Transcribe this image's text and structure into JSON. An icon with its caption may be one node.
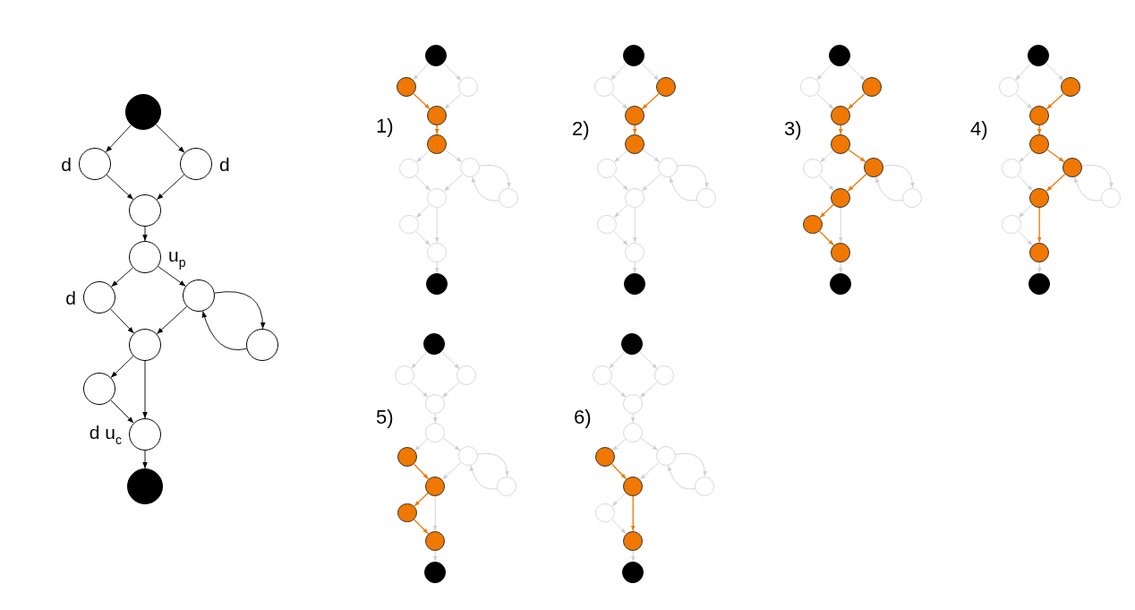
{
  "diagram": {
    "nodes": [
      {
        "text": [],
        "shape": "circle"
      },
      {
        "text": [],
        "shape": "circle",
        "beside": [
          "d"
        ]
      },
      {
        "text": [],
        "shape": "circle",
        "beside": [
          "d"
        ]
      },
      {
        "text": [],
        "shape": "circle"
      },
      {
        "text": [],
        "shape": "circle",
        "beside": [
          "u$_{p}$"
        ]
      },
      {
        "text": [],
        "shape": "circle",
        "beside": [
          "d"
        ]
      },
      {
        "text": [],
        "shape": "circle"
      },
      {
        "text": [],
        "shape": "circle"
      },
      {
        "text": [],
        "shape": "circle"
      },
      {
        "text": [],
        "shape": "circle"
      },
      {
        "text": [],
        "shape": "circle",
        "beside": [
          "d u$_{c}$"
        ]
      },
      {
        "text": [],
        "shape": "circle"
      },
      {
        "text": [],
        "shape": "circle"
      },
      {
        "text": [],
        "shape": "circle"
      },
      {
        "text": [],
        "shape": "circle"
      },
      {
        "text": [],
        "shape": "circle"
      },
      {
        "text": [],
        "shape": "circle"
      },
      {
        "text": [],
        "shape": "circle"
      },
      {
        "text": [],
        "shape": "circle"
      },
      {
        "text": [],
        "shape": "circle"
      },
      {
        "text": [],
        "shape": "circle"
      },
      {
        "text": [],
        "shape": "circle"
      },
      {
        "text": [],
        "shape": "circle"
      },
      {
        "text": [],
        "shape": "circle"
      },
      {
        "text": [],
        "shape": "circle"
      },
      {
        "text": [],
        "shape": "circle"
      },
      {
        "text": [],
        "shape": "circle"
      },
      {
        "text": [],
        "shape": "circle"
      },
      {
        "text": [],
        "shape": "circle"
      },
      {
        "text": [],
        "shape": "circle"
      },
      {
        "text": [],
        "shape": "circle"
      },
      {
        "text": [],
        "shape": "circle"
      },
      {
        "text": [],
        "shape": "circle"
      },
      {
        "text": [],
        "shape": "circle"
      },
      {
        "text": [],
        "shape": "circle"
      },
      {
        "text": [],
        "shape": "circle"
      },
      {
        "text": [],
        "shape": "circle"
      },
      {
        "text": [],
        "shape": "circle"
      },
      {
        "text": [],
        "shape": "circle"
      },
      {
        "text": [],
        "shape": "circle"
      },
      {
        "text": [],
        "shape": "circle"
      },
      {
        "text": [],
        "shape": "circle"
      },
      {
        "text": [],
        "shape": "circle"
      },
      {
        "text": [],
        "shape": "circle"
      },
      {
        "text": [],
        "shape": "circle"
      },
      {
        "text": [],
        "shape": "circle"
      },
      {
        "text": [],
        "shape": "circle"
      },
      {
        "text": [],
        "shape": "circle"
      },
      {
        "text": [],
        "shape": "circle"
      },
      {
        "text": [],
        "shape": "circle"
      },
      {
        "text": [],
        "shape": "circle"
      },
      {
        "text": [],
        "shape": "circle"
      },
      {
        "text": [],
        "shape": "circle"
      },
      {
        "text": [],
        "shape": "circle"
      },
      {
        "text": [],
        "shape": "circle"
      },
      {
        "text": [],
        "shape": "circle"
      },
      {
        "text": [],
        "shape": "circle"
      },
      {
        "text": [],
        "shape": "circle"
      },
      {
        "text": [],
        "shape": "circle"
      },
      {
        "text": [],
        "shape": "circle"
      },
      {
        "text": [],
        "shape": "circle"
      },
      {
        "text": [],
        "shape": "circle"
      },
      {
        "text": [],
        "shape": "circle"
      },
      {
        "text": [],
        "shape": "circle"
      },
      {
        "text": [],
        "shape": "circle"
      },
      {
        "text": [],
        "shape": "circle"
      },
      {
        "text": [],
        "shape": "circle"
      },
      {
        "text": [],
        "shape": "circle"
      },
      {
        "text": [],
        "shape": "circle"
      },
      {
        "text": [],
        "shape": "circle"
      },
      {
        "text": [],
        "shape": "circle"
      },
      {
        "text": [],
        "shape": "circle"
      },
      {
        "text": [],
        "shape": "circle"
      },
      {
        "text": [],
        "shape": "circle"
      },
      {
        "text": [],
        "shape": "circle"
      },
      {
        "text": [],
        "shape": "circle"
      },
      {
        "text": [],
        "shape": "circle"
      },
      {
        "text": [],
        "shape": "circle"
      },
      {
        "text": [],
        "shape": "circle"
      },
      {
        "text": [],
        "shape": "circle"
      },
      {
        "text": [],
        "shape": "circle"
      },
      {
        "text": [],
        "shape": "circle"
      },
      {
        "text": [],
        "shape": "circle"
      },
      {
        "text": [],
        "shape": "circle"
      }
    ],
    "edges": [
      {
        "from": 0,
        "to": 1,
        "arrow": "to",
        "color": "#000000"
      },
      {
        "from": 0,
        "to": 2,
        "arrow": "to",
        "color": "#000000"
      },
      {
        "from": 1,
        "to": 3,
        "arrow": "to",
        "color": "#000000"
      },
      {
        "from": 2,
        "to": 3,
        "arrow": "to",
        "color": "#000000"
      },
      {
        "from": 3,
        "to": 4,
        "arrow": "to",
        "color": "#000000"
      },
      {
        "from": 4,
        "to": 5,
        "arrow": "to",
        "color": "#000000"
      },
      {
        "from": 4,
        "to": 6,
        "arrow": "to",
        "color": "#000000"
      },
      {
        "from": 5,
        "to": 7,
        "arrow": "to",
        "color": "#000000"
      },
      {
        "from": 6,
        "to": 7,
        "arrow": "to",
        "color": "#000000"
      },
      {
        "from": 6,
        "to": 8,
        "arrow": "to",
        "color": "#000000"
      },
      {
        "from": 8,
        "to": 6,
        "arrow": "to",
        "color": "#000000"
      },
      {
        "from": 7,
        "to": 9,
        "arrow": "to",
        "color": "#000000"
      },
      {
        "from": 7,
        "to": 10,
        "arrow": "to",
        "color": "#000000"
      },
      {
        "from": 9,
        "to": 10,
        "arrow": "to",
        "color": "#000000"
      },
      {
        "from": 10,
        "to": 11,
        "arrow": "to",
        "color": "#000000"
      },
      {
        "from": 12,
        "to": 13,
        "arrow": "to"
      },
      {
        "from": 12,
        "to": 14,
        "arrow": "to"
      },
      {
        "from": 13,
        "to": 15,
        "arrow": "to",
        "color": "#f07800"
      },
      {
        "from": 14,
        "to": 15,
        "arrow": "to"
      },
      {
        "from": 15,
        "to": 16,
        "arrow": "to",
        "color": "#f07800"
      },
      {
        "from": 16,
        "to": 17,
        "arrow": "to"
      },
      {
        "from": 16,
        "to": 18,
        "arrow": "to"
      },
      {
        "from": 17,
        "to": 19,
        "arrow": "to"
      },
      {
        "from": 18,
        "to": 19,
        "arrow": "to"
      },
      {
        "from": 18,
        "to": 20,
        "arrow": "to"
      },
      {
        "from": 20,
        "to": 18,
        "arrow": "to"
      },
      {
        "from": 19,
        "to": 21,
        "arrow": "to"
      },
      {
        "from": 19,
        "to": 22,
        "arrow": "to"
      },
      {
        "from": 21,
        "to": 22,
        "arrow": "to"
      },
      {
        "from": 22,
        "to": 23,
        "arrow": "to"
      },
      {
        "from": 24,
        "to": 25,
        "arrow": "to"
      },
      {
        "from": 24,
        "to": 26,
        "arrow": "to"
      },
      {
        "from": 25,
        "to": 27,
        "arrow": "to"
      },
      {
        "from": 26,
        "to": 27,
        "arrow": "to",
        "color": "#f07800"
      },
      {
        "from": 27,
        "to": 28,
        "arrow": "to",
        "color": "#f07800"
      },
      {
        "from": 28,
        "to": 29,
        "arrow": "to"
      },
      {
        "from": 28,
        "to": 30,
        "arrow": "to"
      },
      {
        "from": 29,
        "to": 31,
        "arrow": "to"
      },
      {
        "from": 30,
        "to": 31,
        "arrow": "to"
      },
      {
        "from": 30,
        "to": 32,
        "arrow": "to"
      },
      {
        "from": 32,
        "to": 30,
        "arrow": "to"
      },
      {
        "from": 31,
        "to": 33,
        "arrow": "to"
      },
      {
        "from": 31,
        "to": 34,
        "arrow": "to"
      },
      {
        "from": 33,
        "to": 34,
        "arrow": "to"
      },
      {
        "from": 34,
        "to": 35,
        "arrow": "to"
      },
      {
        "from": 36,
        "to": 37,
        "arrow": "to"
      },
      {
        "from": 36,
        "to": 38,
        "arrow": "to"
      },
      {
        "from": 37,
        "to": 39,
        "arrow": "to"
      },
      {
        "from": 38,
        "to": 39,
        "arrow": "to",
        "color": "#f07800"
      },
      {
        "from": 39,
        "to": 40,
        "arrow": "to",
        "color": "#f07800"
      },
      {
        "from": 40,
        "to": 41,
        "arrow": "to"
      },
      {
        "from": 40,
        "to": 42,
        "arrow": "to",
        "color": "#f07800"
      },
      {
        "from": 41,
        "to": 43,
        "arrow": "to"
      },
      {
        "from": 42,
        "to": 43,
        "arrow": "to",
        "color": "#f07800"
      },
      {
        "from": 42,
        "to": 44,
        "arrow": "to"
      },
      {
        "from": 44,
        "to": 42,
        "arrow": "to"
      },
      {
        "from": 43,
        "to": 45,
        "arrow": "to",
        "color": "#f07800"
      },
      {
        "from": 43,
        "to": 46,
        "arrow": "to"
      },
      {
        "from": 45,
        "to": 46,
        "arrow": "to",
        "color": "#f07800"
      },
      {
        "from": 46,
        "to": 47,
        "arrow": "to"
      },
      {
        "from": 48,
        "to": 49,
        "arrow": "to"
      },
      {
        "from": 48,
        "to": 50,
        "arrow": "to"
      },
      {
        "from": 49,
        "to": 51,
        "arrow": "to"
      },
      {
        "from": 50,
        "to": 51,
        "arrow": "to",
        "color": "#f07800"
      },
      {
        "from": 51,
        "to": 52,
        "arrow": "to",
        "color": "#f07800"
      },
      {
        "from": 52,
        "to": 53,
        "arrow": "to"
      },
      {
        "from": 52,
        "to": 54,
        "arrow": "to",
        "color": "#f07800"
      },
      {
        "from": 53,
        "to": 55,
        "arrow": "to"
      },
      {
        "from": 54,
        "to": 55,
        "arrow": "to",
        "color": "#f07800"
      },
      {
        "from": 54,
        "to": 56,
        "arrow": "to"
      },
      {
        "from": 56,
        "to": 54,
        "arrow": "to"
      },
      {
        "from": 55,
        "to": 57,
        "arrow": "to"
      },
      {
        "from": 55,
        "to": 58,
        "arrow": "to",
        "color": "#f07800"
      },
      {
        "from": 57,
        "to": 58,
        "arrow": "to"
      },
      {
        "from": 58,
        "to": 59,
        "arrow": "to"
      },
      {
        "from": 60,
        "to": 61,
        "arrow": "to"
      },
      {
        "from": 60,
        "to": 62,
        "arrow": "to"
      },
      {
        "from": 61,
        "to": 63,
        "arrow": "to"
      },
      {
        "from": 62,
        "to": 63,
        "arrow": "to"
      },
      {
        "from": 63,
        "to": 64,
        "arrow": "to"
      },
      {
        "from": 64,
        "to": 65,
        "arrow": "to"
      },
      {
        "from": 64,
        "to": 66,
        "arrow": "to"
      },
      {
        "from": 65,
        "to": 67,
        "arrow": "to",
        "color": "#f07800"
      },
      {
        "from": 66,
        "to": 67,
        "arrow": "to"
      },
      {
        "from": 66,
        "to": 68,
        "arrow": "to"
      },
      {
        "from": 68,
        "to": 66,
        "arrow": "to"
      },
      {
        "from": 67,
        "to": 69,
        "arrow": "to",
        "color": "#f07800"
      },
      {
        "from": 67,
        "to": 70,
        "arrow": "to"
      },
      {
        "from": 69,
        "to": 70,
        "arrow": "to",
        "color": "#f07800"
      },
      {
        "from": 70,
        "to": 71,
        "arrow": "to"
      },
      {
        "from": 72,
        "to": 73,
        "arrow": "to"
      },
      {
        "from": 72,
        "to": 74,
        "arrow": "to"
      },
      {
        "from": 73,
        "to": 75,
        "arrow": "to"
      },
      {
        "from": 74,
        "to": 75,
        "arrow": "to"
      },
      {
        "from": 75,
        "to": 76,
        "arrow": "to"
      },
      {
        "from": 76,
        "to": 77,
        "arrow": "to"
      },
      {
        "from": 76,
        "to": 78,
        "arrow": "to"
      },
      {
        "from": 77,
        "to": 79,
        "arrow": "to",
        "color": "#f07800"
      },
      {
        "from": 78,
        "to": 79,
        "arrow": "to"
      },
      {
        "from": 78,
        "to": 80,
        "arrow": "to"
      },
      {
        "from": 80,
        "to": 78,
        "arrow": "to"
      },
      {
        "from": 79,
        "to": 81,
        "arrow": "to"
      },
      {
        "from": 79,
        "to": 82,
        "arrow": "to",
        "color": "#f07800"
      },
      {
        "from": 81,
        "to": 82,
        "arrow": "to"
      },
      {
        "from": 82,
        "to": 83,
        "arrow": "to"
      }
    ],
    "labels": [
      "1)",
      "2)",
      "3)",
      "4)",
      "5)",
      "6)"
    ]
  }
}
